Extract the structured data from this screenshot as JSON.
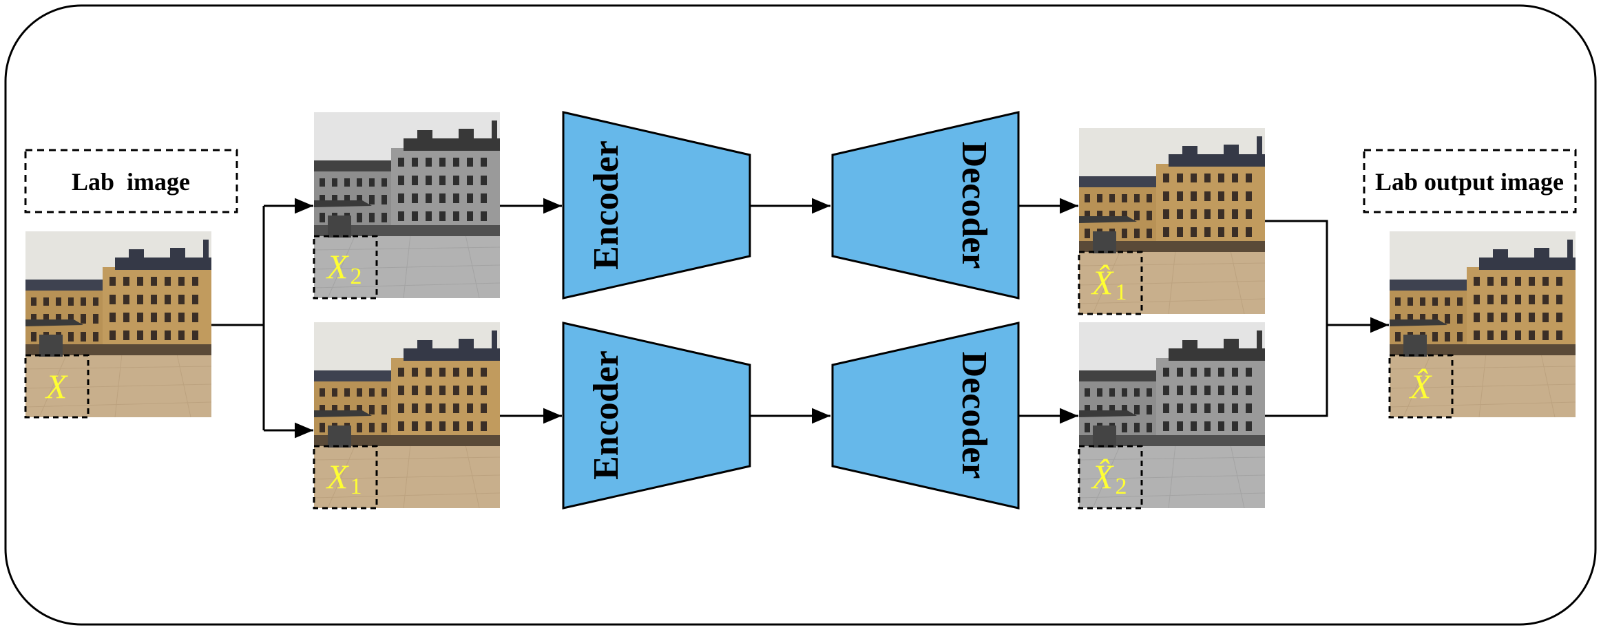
{
  "input": {
    "label": "Lab  image",
    "symbol": "X"
  },
  "branches": [
    {
      "image_kind": "grayscale",
      "symbol": "X",
      "subscript": "2"
    },
    {
      "image_kind": "color",
      "symbol": "X",
      "subscript": "1"
    }
  ],
  "encoder_label": "Encoder",
  "decoder_label": "Decoder",
  "reconstructions": [
    {
      "image_kind": "color",
      "symbol": "X̂",
      "subscript": "1"
    },
    {
      "image_kind": "grayscale",
      "symbol": "X̂",
      "subscript": "2"
    }
  ],
  "output": {
    "label": "Lab output image",
    "symbol": "X̂"
  },
  "colors": {
    "block_fill": "#66b8ea",
    "symbol_color": "#ffff33",
    "line": "#000000"
  }
}
